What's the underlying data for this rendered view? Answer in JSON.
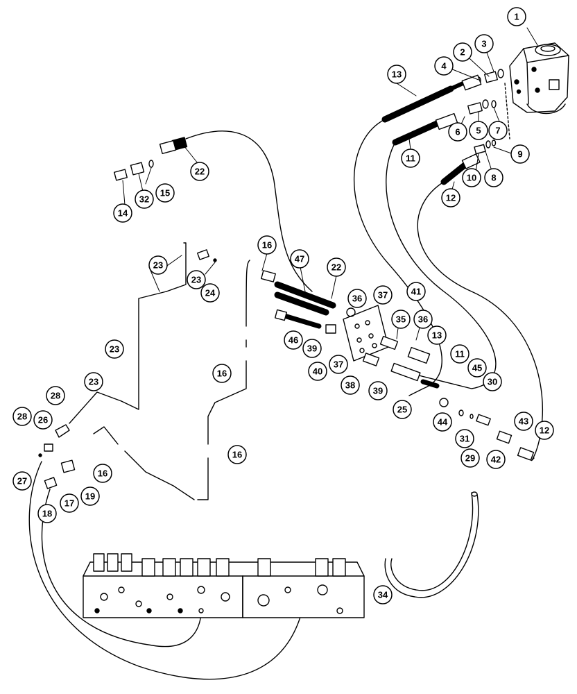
{
  "diagram": {
    "type": "exploded-parts-diagram",
    "callouts": [
      {
        "id": "c1",
        "label": "1"
      },
      {
        "id": "c2",
        "label": "2"
      },
      {
        "id": "c3",
        "label": "3"
      },
      {
        "id": "c4",
        "label": "4"
      },
      {
        "id": "c13a",
        "label": "13"
      },
      {
        "id": "c7",
        "label": "7"
      },
      {
        "id": "c5",
        "label": "5"
      },
      {
        "id": "c6",
        "label": "6"
      },
      {
        "id": "c11a",
        "label": "11"
      },
      {
        "id": "c9",
        "label": "9"
      },
      {
        "id": "c10",
        "label": "10"
      },
      {
        "id": "c8",
        "label": "8"
      },
      {
        "id": "c12a",
        "label": "12"
      },
      {
        "id": "c22a",
        "label": "22"
      },
      {
        "id": "c14",
        "label": "14"
      },
      {
        "id": "c32",
        "label": "32"
      },
      {
        "id": "c15",
        "label": "15"
      },
      {
        "id": "c16a",
        "label": "16"
      },
      {
        "id": "c47",
        "label": "47"
      },
      {
        "id": "c22b",
        "label": "22"
      },
      {
        "id": "c23a",
        "label": "23"
      },
      {
        "id": "c23b",
        "label": "23"
      },
      {
        "id": "c24",
        "label": "24"
      },
      {
        "id": "c36a",
        "label": "36"
      },
      {
        "id": "c37a",
        "label": "37"
      },
      {
        "id": "c41",
        "label": "41"
      },
      {
        "id": "c46",
        "label": "46"
      },
      {
        "id": "c39a",
        "label": "39"
      },
      {
        "id": "c35",
        "label": "35"
      },
      {
        "id": "c36b",
        "label": "36"
      },
      {
        "id": "c13b",
        "label": "13"
      },
      {
        "id": "c23c",
        "label": "23"
      },
      {
        "id": "c40",
        "label": "40"
      },
      {
        "id": "c37b",
        "label": "37"
      },
      {
        "id": "c11b",
        "label": "11"
      },
      {
        "id": "c38",
        "label": "38"
      },
      {
        "id": "c39b",
        "label": "39"
      },
      {
        "id": "c45",
        "label": "45"
      },
      {
        "id": "c30",
        "label": "30"
      },
      {
        "id": "c16b",
        "label": "16"
      },
      {
        "id": "c23d",
        "label": "23"
      },
      {
        "id": "c28a",
        "label": "28"
      },
      {
        "id": "c25",
        "label": "25"
      },
      {
        "id": "c28b",
        "label": "28"
      },
      {
        "id": "c26",
        "label": "26"
      },
      {
        "id": "c44",
        "label": "44"
      },
      {
        "id": "c31",
        "label": "31"
      },
      {
        "id": "c43",
        "label": "43"
      },
      {
        "id": "c12b",
        "label": "12"
      },
      {
        "id": "c16c",
        "label": "16"
      },
      {
        "id": "c16d",
        "label": "16"
      },
      {
        "id": "c29",
        "label": "29"
      },
      {
        "id": "c42",
        "label": "42"
      },
      {
        "id": "c27",
        "label": "27"
      },
      {
        "id": "c19",
        "label": "19"
      },
      {
        "id": "c17",
        "label": "17"
      },
      {
        "id": "c18",
        "label": "18"
      },
      {
        "id": "c34",
        "label": "34"
      }
    ]
  }
}
